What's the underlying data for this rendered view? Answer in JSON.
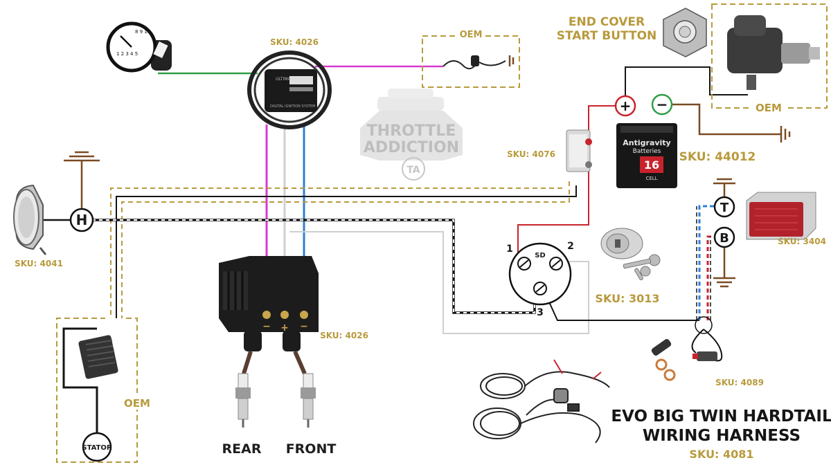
{
  "brand": {
    "line1": "THROTTLE",
    "line2": "ADDICTION",
    "monogram": "TA"
  },
  "title": {
    "line1": "EVO BIG TWIN HARDTAIL",
    "line2": "WIRING HARNESS",
    "sku": "SKU: 4081"
  },
  "labels": {
    "oem_top": "OEM",
    "oem_starter": "OEM",
    "oem_left": "OEM",
    "end_cover_1": "END COVER",
    "end_cover_2": "START BUTTON",
    "stator": "STATOR",
    "rear": "REAR",
    "front": "FRONT",
    "headlight_node": "H",
    "tail_node": "T",
    "brake_node": "B",
    "switch_sd": "SD",
    "term_1": "1",
    "term_2": "2",
    "term_3": "3",
    "pos": "+",
    "neg": "−",
    "coil_minus_1": "−",
    "coil_plus": "+",
    "coil_minus_2": "−",
    "battery_brand": "Antigravity",
    "battery_sub": "Batteries",
    "battery_num": "16",
    "battery_cell": "CELL"
  },
  "skus": {
    "ignition_module": "SKU: 4026",
    "coil": "SKU: 4026",
    "circuit_breaker": "SKU: 4076",
    "battery": "SKU: 44012",
    "headlight": "SKU: 4041",
    "tail_light": "SKU: 3404",
    "key_switch": "SKU: 3013",
    "brake_switch": "SKU: 4089"
  },
  "colors": {
    "magenta": "#d63ad0",
    "green": "#2e9e44",
    "blue": "#2f7fd6",
    "white_wire": "#cfcfcf",
    "red": "#c8232c",
    "black": "#141414",
    "gold": "#b89a3c",
    "ground": "#7a4a22"
  },
  "icons": [
    "tachometer-icon",
    "ignition-module-icon",
    "oem-switch-icon",
    "starter-motor-icon",
    "start-button-icon",
    "circuit-breaker-icon",
    "battery-icon",
    "headlight-icon",
    "voltage-regulator-icon",
    "ignition-coil-icon",
    "spark-plug-icon",
    "key-switch-icon",
    "key-icon",
    "tail-light-icon",
    "brake-switch-icon",
    "harness-icon",
    "ground-icon"
  ]
}
